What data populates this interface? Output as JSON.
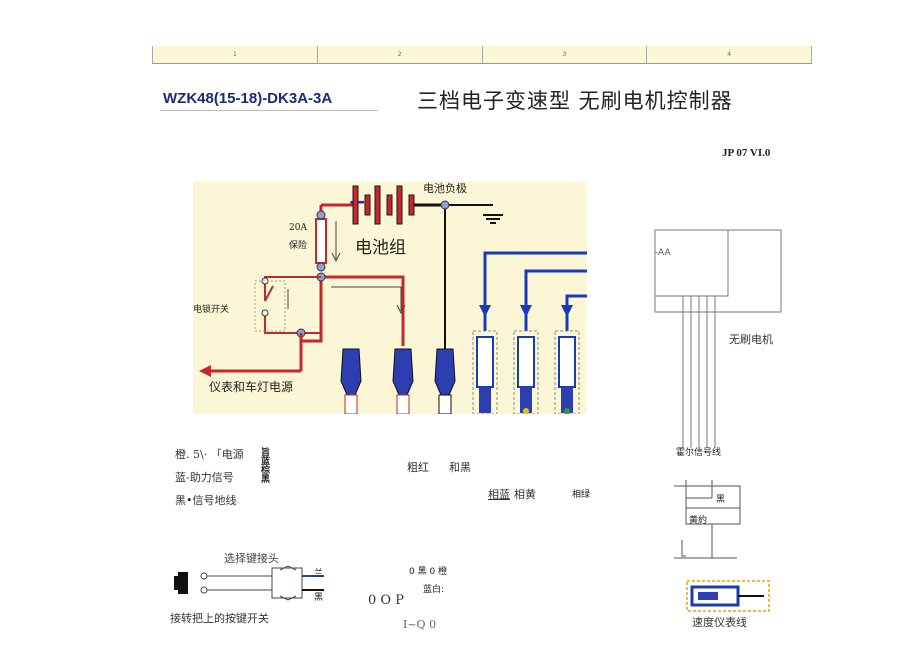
{
  "ruler": [
    "1",
    "2",
    "3",
    "4"
  ],
  "header": {
    "model": "WZK48(15-18)-DK3A-3A",
    "title": "三档电子变速型 无刷电机控制器",
    "version": "JP 07 VI.0"
  },
  "diagram": {
    "battery_neg": "电池负极",
    "fuse_rating": "20A",
    "fuse_label": "保险",
    "battery_pack": "电池组",
    "key_switch": "电锁开关",
    "lamp_power": "仪表和车灯电源",
    "plus_sign": "+"
  },
  "motor": {
    "box_label": "-AA",
    "motor_label": "无刷电机",
    "hall_label": "霍尔信号线"
  },
  "legend": {
    "line1": "橙. 5\\· 「电源",
    "line2": "蓝-助力信号",
    "line3": "黑•信号地线",
    "vertical": "旨蓝棕黑"
  },
  "wires": {
    "thick_red": "粗红",
    "and_black": "和黑",
    "phase_blue": "相蓝",
    "phase_yellow": "相黄",
    "phase_green": "相绿"
  },
  "hall_conn": {
    "black": "黑",
    "yellow": "黄約"
  },
  "selector": {
    "title": "选择键接头",
    "wire_blue": "兰",
    "wire_black": "黑",
    "caption": "接转把上的按键开关"
  },
  "misc": {
    "black_orange": "0 黑 0 橙",
    "blue_white": "蓝白:",
    "oop": "0 O P",
    "iq": "I~Q 0"
  },
  "speedo": {
    "caption": "速度仪表线"
  }
}
